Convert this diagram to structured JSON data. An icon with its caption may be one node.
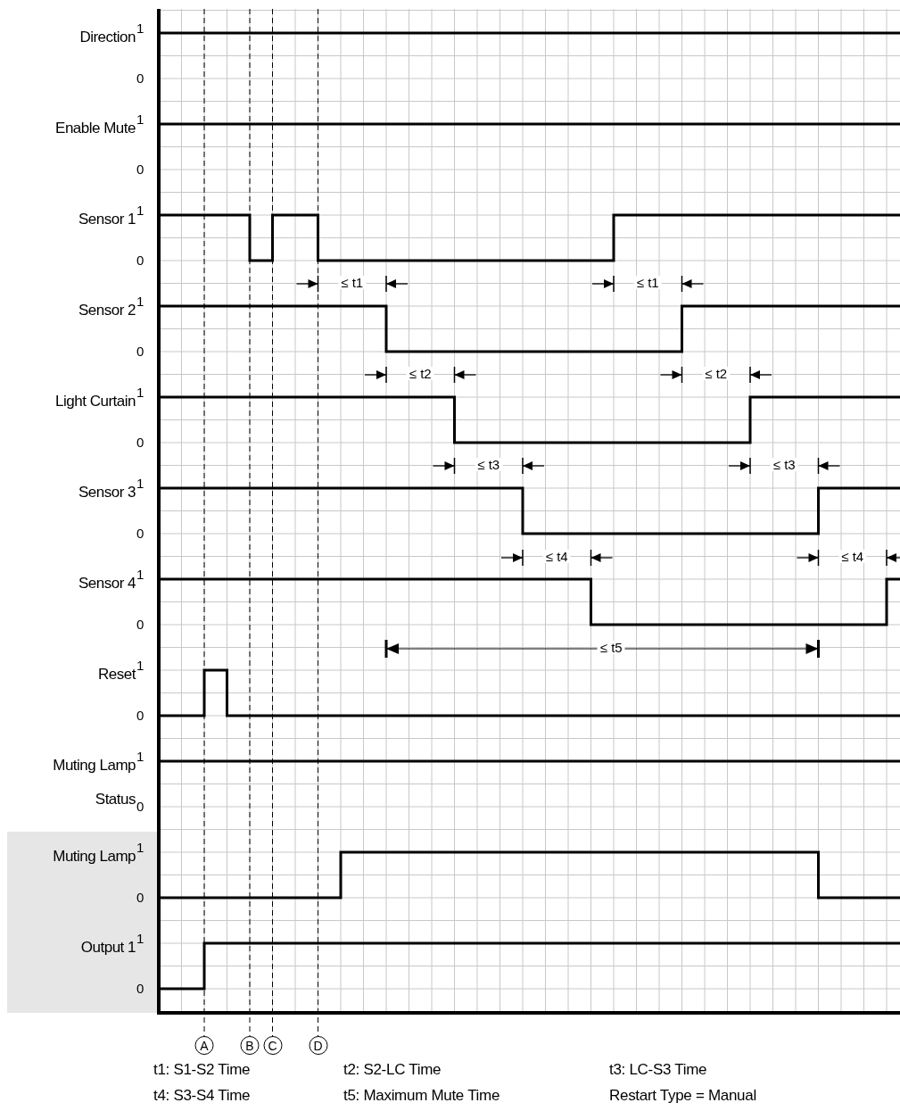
{
  "diagram": {
    "labels": [
      "Direction",
      "1",
      "0",
      "Enable Mute",
      "1",
      "0",
      "Sensor 1",
      "1",
      "0",
      "≤ t1",
      "≤ t1",
      "Sensor 2",
      "1",
      "0",
      "≤ t2",
      "≤ t2",
      "Light Curtain",
      "1",
      "0",
      "≤ t3",
      "≤ t3",
      "Sensor 3",
      "1",
      "0",
      "≤ t4",
      "≤ t4",
      "Sensor 4",
      "1",
      "0",
      "≤ t5",
      "Reset",
      "1",
      "0",
      "Muting Lamp",
      "1",
      "Status",
      "0",
      "Muting Lamp",
      "1",
      "0",
      "Output 1",
      "1",
      "0",
      "A",
      "B",
      "C",
      "D",
      "t1: S1-S2 Time",
      "t2: S2-LC Time",
      "t3: LC-S3 Time",
      "t4: S3-S4 Time",
      "t5: Maximum Mute Time",
      "Restart Type = Manual"
    ]
  }
}
